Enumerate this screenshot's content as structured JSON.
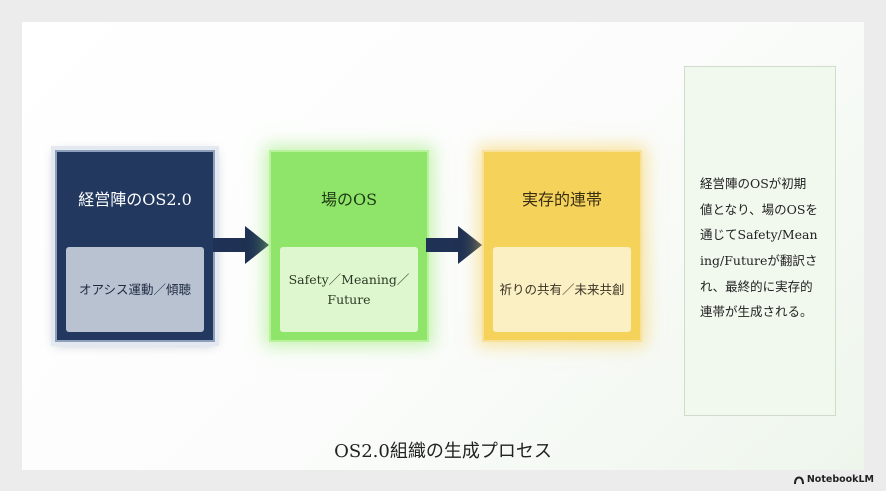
{
  "steps": [
    {
      "title": "経営陣のOS2.0",
      "subtitle": "オアシス運動／傾聴"
    },
    {
      "title": "場のOS",
      "subtitle_line1": "Safety／Meaning／",
      "subtitle_line2": "Future"
    },
    {
      "title": "実存的連帯",
      "subtitle": "祈りの共有／未来共創"
    }
  ],
  "note": {
    "lines": [
      "経営陣のOSが初期",
      "値となり、場のOSを",
      "通じてSafety/Mean",
      "ing/Futureが翻訳さ",
      "れ、最終的に実存的",
      "連帯が生成される。"
    ]
  },
  "caption": "OS2.0組織の生成プロセス",
  "brand": "NotebookLM",
  "colors": {
    "navy": "#22385f",
    "green": "#8fe56a",
    "gold": "#f5d25a",
    "arrow": "#1f3154"
  },
  "icons": [
    "right-arrow-icon",
    "notebooklm-logo-icon"
  ]
}
